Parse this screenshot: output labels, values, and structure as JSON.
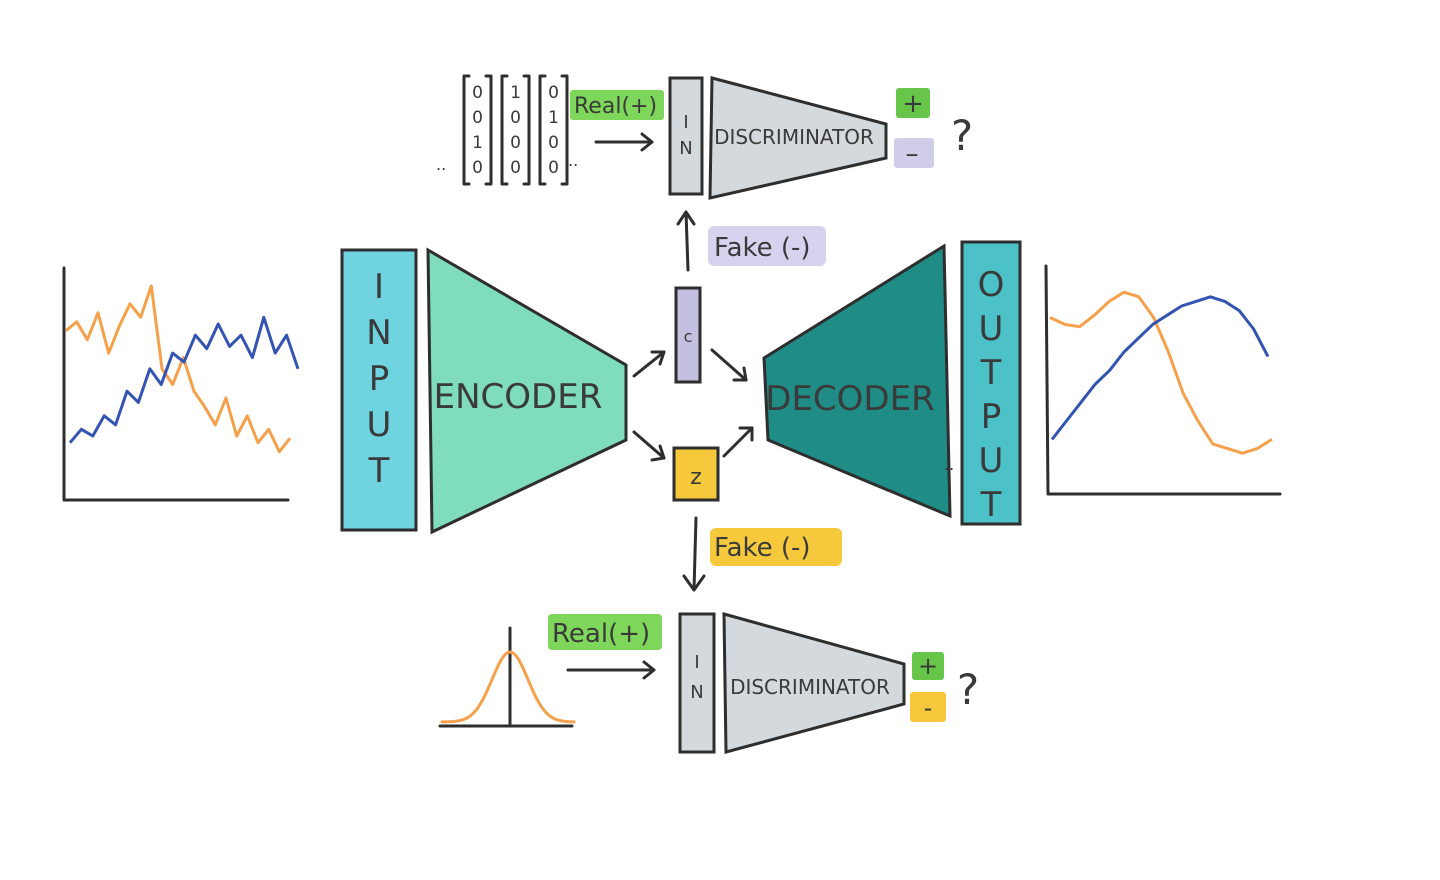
{
  "colors": {
    "input": "#6fd3e0",
    "encoder": "#7fdcbf",
    "decoder": "#1f8c86",
    "output": "#4cc1c8",
    "grey": "#d3d9dc",
    "code_c": "#c3c0e0",
    "code_z": "#f6c93c",
    "real_hl": "#7ed65a",
    "fake_top_hl": "#d7d3ef",
    "fake_bottom_hl": "#f6c93c",
    "plus_hl": "#67c64a",
    "minus_top_hl": "#d0cde8",
    "minus_bottom_hl": "#f6c93c",
    "orange": "#f5a04b",
    "blue": "#3454b4"
  },
  "blocks": {
    "input": "INPUT",
    "encoder": "ENCODER",
    "decoder": "DECODER",
    "output": "OUTPUT",
    "code_c": "c",
    "code_z": "z"
  },
  "top_branch": {
    "vectors": [
      [
        "0",
        "0",
        "1",
        "0"
      ],
      [
        "1",
        "0",
        "0",
        "0"
      ],
      [
        "0",
        "1",
        "0",
        "0"
      ]
    ],
    "real_label": "Real(+)",
    "in_label": "IN",
    "discriminator": "DISCRIMINATOR",
    "plus": "+",
    "minus": "–",
    "question": "?",
    "fake_label": "Fake (-)"
  },
  "bottom_branch": {
    "real_label": "Real(+)",
    "in_label": "IN",
    "discriminator": "DISCRIMINATOR",
    "plus": "+",
    "minus": "-",
    "question": "?",
    "fake_label": "Fake (-)"
  },
  "input_chart": {
    "orange": [
      0.72,
      0.76,
      0.68,
      0.8,
      0.62,
      0.74,
      0.84,
      0.78,
      0.92,
      0.55,
      0.48,
      0.6,
      0.45,
      0.38,
      0.3,
      0.42,
      0.25,
      0.34,
      0.22,
      0.28,
      0.18,
      0.24
    ],
    "blue": [
      0.22,
      0.28,
      0.25,
      0.34,
      0.3,
      0.45,
      0.4,
      0.55,
      0.48,
      0.62,
      0.58,
      0.7,
      0.64,
      0.75,
      0.65,
      0.7,
      0.6,
      0.78,
      0.62,
      0.7,
      0.55
    ]
  },
  "output_chart": {
    "orange": [
      0.75,
      0.72,
      0.71,
      0.76,
      0.82,
      0.86,
      0.84,
      0.75,
      0.6,
      0.42,
      0.3,
      0.2,
      0.18,
      0.16,
      0.18,
      0.22
    ],
    "blue": [
      0.22,
      0.3,
      0.38,
      0.46,
      0.52,
      0.6,
      0.66,
      0.72,
      0.76,
      0.8,
      0.82,
      0.84,
      0.82,
      0.78,
      0.7,
      0.58
    ]
  }
}
